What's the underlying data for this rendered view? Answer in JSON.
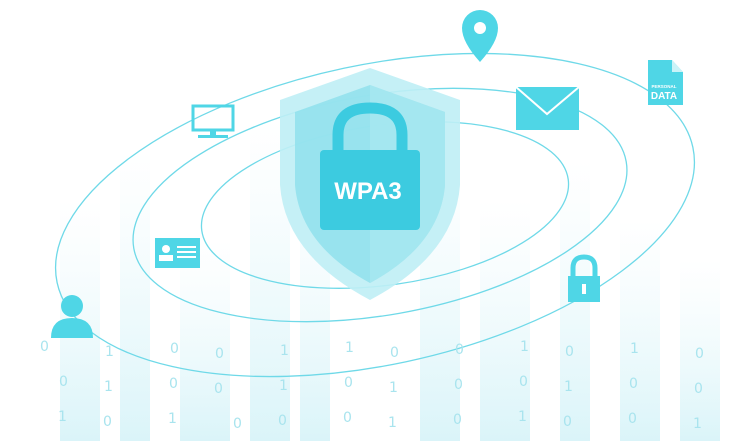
{
  "badge_label": "WPA3",
  "document": {
    "line1": "PERSONAL",
    "line2": "DATA"
  },
  "colors": {
    "accent": "#4fd6e6",
    "shield_outer": "#bfeef5",
    "shield_inner": "#8fe0ec",
    "lock": "#3ccbe0",
    "line": "#6fd9e8"
  },
  "binary": [
    "0",
    "1",
    "0",
    "0",
    "1",
    "1",
    "0",
    "0",
    "1",
    "0",
    "1",
    "0",
    "0",
    "1",
    "0",
    "0",
    "1",
    "0",
    "1",
    "0",
    "0",
    "1",
    "0",
    "0",
    "1",
    "0",
    "1",
    "0",
    "0",
    "0",
    "1",
    "0",
    "1",
    "0",
    "0",
    "1"
  ]
}
